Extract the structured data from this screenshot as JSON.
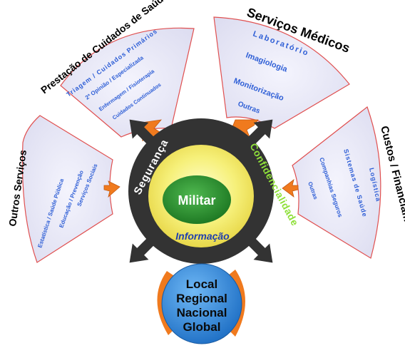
{
  "sectors": {
    "cuidados": {
      "title": "Prestação de Cuidados de Saúde",
      "items": [
        "Triagem / Cuidados Primários",
        "2ª Opinião / Especializada",
        "Enfermagem / Fisioterapia",
        "Cuidados Continuados"
      ]
    },
    "medicos": {
      "title": "Serviços Médicos",
      "items": [
        "Laboratório",
        "Imagiologia",
        "Monitorização",
        "Outras"
      ]
    },
    "outros": {
      "title": "Outros Serviços",
      "items": [
        "Estatística / Saúde Pública",
        "Educação / Prevenção",
        "Serviços Sociais"
      ]
    },
    "custos": {
      "title": "Custos / Financiamento",
      "items": [
        "Logística",
        "Sistemas de Saúde",
        "Companhias Seguros",
        "Outras"
      ]
    }
  },
  "center": {
    "ring_top": "Segurança",
    "ring_right": "Confidencialidade",
    "core": "Militar",
    "info": "Informação"
  },
  "globe": [
    "Local",
    "Regional",
    "Nacional",
    "Global"
  ],
  "colors": {
    "sector_fill": "#e8e8f6",
    "sector_border": "#e05050",
    "item_text": "#2f5fd6",
    "ring": "#333333",
    "yellow": "#f6f07a",
    "core": "#2e8b2e",
    "globe": "#2f8ad9",
    "arrow_orange": "#f07a1e"
  }
}
